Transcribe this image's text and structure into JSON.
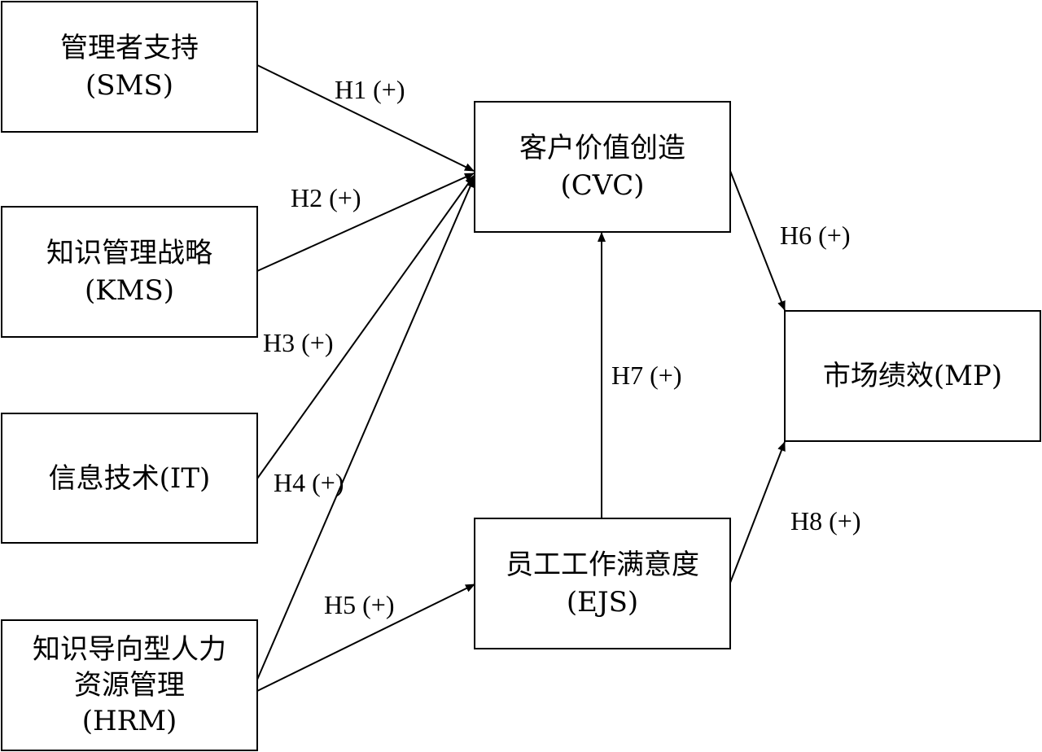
{
  "nodes": {
    "sms": {
      "line1": "管理者支持",
      "line2": "(SMS)"
    },
    "kms": {
      "line1": "知识管理战略",
      "line2": "(KMS)"
    },
    "it": {
      "line1": "信息技术(IT)"
    },
    "hrm": {
      "line1": "知识导向型人力",
      "line2": "资源管理",
      "line3": "(HRM)"
    },
    "cvc": {
      "line1": "客户价值创造",
      "line2": "(CVC)"
    },
    "ejs": {
      "line1": "员工工作满意度",
      "line2": "(EJS)"
    },
    "mp": {
      "line1": "市场绩效(MP)"
    }
  },
  "edges": {
    "h1": "H1 (+)",
    "h2": "H2 (+)",
    "h3": "H3 (+)",
    "h4": "H4 (+)",
    "h5": "H5 (+)",
    "h6": "H6 (+)",
    "h7": "H7 (+)",
    "h8": "H8 (+)"
  }
}
